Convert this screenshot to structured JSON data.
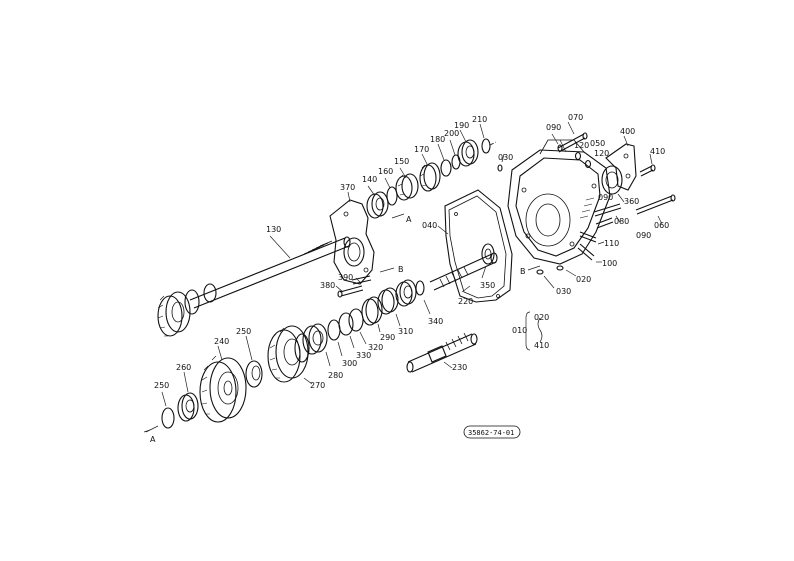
{
  "labels": {
    "l010": "010",
    "l020": "020",
    "l030": "030",
    "l040": "040",
    "l050": "050",
    "l060": "060",
    "l070": "070",
    "l080": "080",
    "l090": "090",
    "l100": "100",
    "l110": "110",
    "l120": "120",
    "l130": "130",
    "l140": "140",
    "l150": "150",
    "l160": "160",
    "l170": "170",
    "l180": "180",
    "l190": "190",
    "l200": "200",
    "l210": "210",
    "l220": "220",
    "l230": "230",
    "l240": "240",
    "l250": "250",
    "l260": "260",
    "l270": "270",
    "l280": "280",
    "l290": "290",
    "l300": "300",
    "l310": "310",
    "l320": "320",
    "l330": "330",
    "l340": "340",
    "l350": "350",
    "l360": "360",
    "l370": "370",
    "l380": "380",
    "l390": "390",
    "l400": "400",
    "l410": "410"
  },
  "markers": {
    "a": "A",
    "b": "B"
  },
  "group": {
    "parent": "010",
    "child1": "020",
    "child2": "410"
  },
  "reference_code": "35862-74-01"
}
